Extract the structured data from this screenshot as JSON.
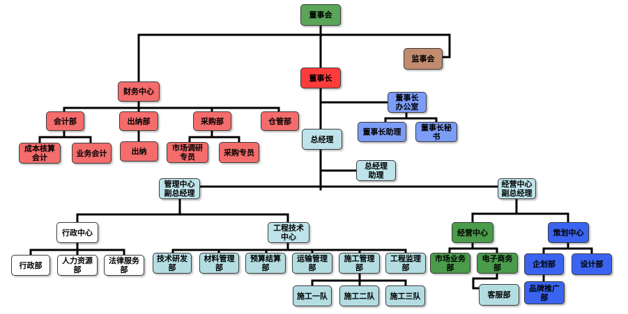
{
  "nodes": {
    "board": {
      "label": "董事会"
    },
    "supervisors": {
      "label": "监事会"
    },
    "chairman": {
      "label": "董事长"
    },
    "finance": {
      "label": "财务中心"
    },
    "accounting": {
      "label": "会计部"
    },
    "cashier_dept": {
      "label": "出纳部"
    },
    "purchasing": {
      "label": "采购部"
    },
    "warehouse": {
      "label": "仓管部"
    },
    "cost_acct": {
      "label": "成本核算\n会计"
    },
    "biz_acct": {
      "label": "业务会计"
    },
    "cashier": {
      "label": "出纳"
    },
    "mkt_research": {
      "label": "市场调研\n专员"
    },
    "purchaser": {
      "label": "采购专员"
    },
    "chair_office": {
      "label": "董事长\n办公室"
    },
    "chair_asst": {
      "label": "董事长助理"
    },
    "chair_sec": {
      "label": "董事长秘书"
    },
    "gm": {
      "label": "总经理"
    },
    "gm_asst": {
      "label": "总经理\n助理"
    },
    "mgmt_vp": {
      "label": "管理中心\n副总经理"
    },
    "ops_vp": {
      "label": "经营中心\n副总经理"
    },
    "admin": {
      "label": "行政中心"
    },
    "engineering": {
      "label": "工程技术\n中心"
    },
    "admin_dept": {
      "label": "行政部"
    },
    "hr": {
      "label": "人力资源部"
    },
    "legal": {
      "label": "法律服务部"
    },
    "tech_rd": {
      "label": "技术研发部"
    },
    "materials": {
      "label": "材料管理部"
    },
    "budget": {
      "label": "预算结算部"
    },
    "transport": {
      "label": "运输管理部"
    },
    "construction": {
      "label": "施工管理部"
    },
    "supervision": {
      "label": "工程监理部"
    },
    "team1": {
      "label": "施工一队"
    },
    "team2": {
      "label": "施工二队"
    },
    "team3": {
      "label": "施工三队"
    },
    "operations": {
      "label": "经营中心"
    },
    "planning": {
      "label": "策划中心"
    },
    "market_biz": {
      "label": "市场业务部"
    },
    "ecommerce": {
      "label": "电子商务部"
    },
    "customer_svc": {
      "label": "客服部"
    },
    "planning_dept": {
      "label": "企划部"
    },
    "design": {
      "label": "设计部"
    },
    "brand": {
      "label": "品牌推广部"
    }
  }
}
